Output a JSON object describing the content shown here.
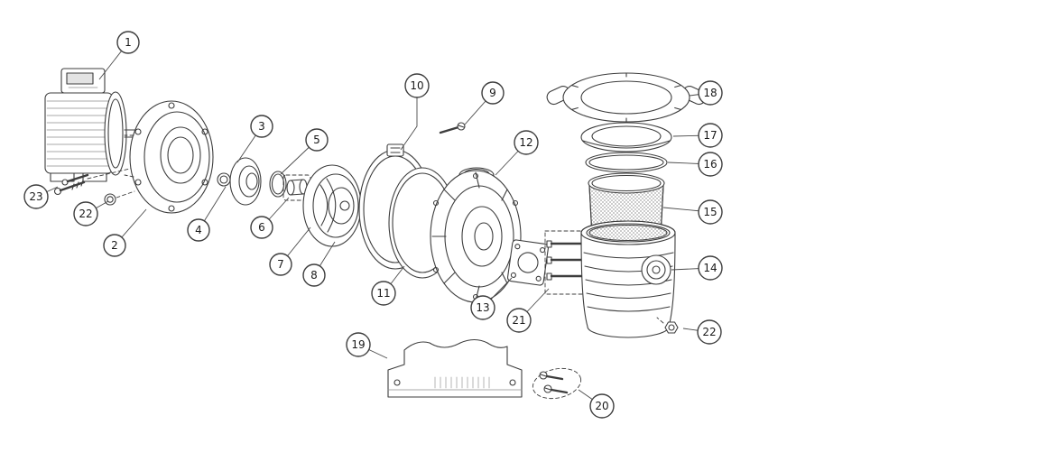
{
  "figure": {
    "background_color": "#ffffff",
    "line_color": "#3d3d3d",
    "callouts": [
      {
        "label": "1"
      },
      {
        "label": "2"
      },
      {
        "label": "3"
      },
      {
        "label": "4"
      },
      {
        "label": "5"
      },
      {
        "label": "6"
      },
      {
        "label": "7"
      },
      {
        "label": "8"
      },
      {
        "label": "9"
      },
      {
        "label": "10"
      },
      {
        "label": "11"
      },
      {
        "label": "12"
      },
      {
        "label": "13"
      },
      {
        "label": "14"
      },
      {
        "label": "15"
      },
      {
        "label": "16"
      },
      {
        "label": "17"
      },
      {
        "label": "18"
      },
      {
        "label": "19"
      },
      {
        "label": "20"
      },
      {
        "label": "21"
      },
      {
        "label": "22"
      },
      {
        "label": "22"
      },
      {
        "label": "23"
      }
    ]
  }
}
